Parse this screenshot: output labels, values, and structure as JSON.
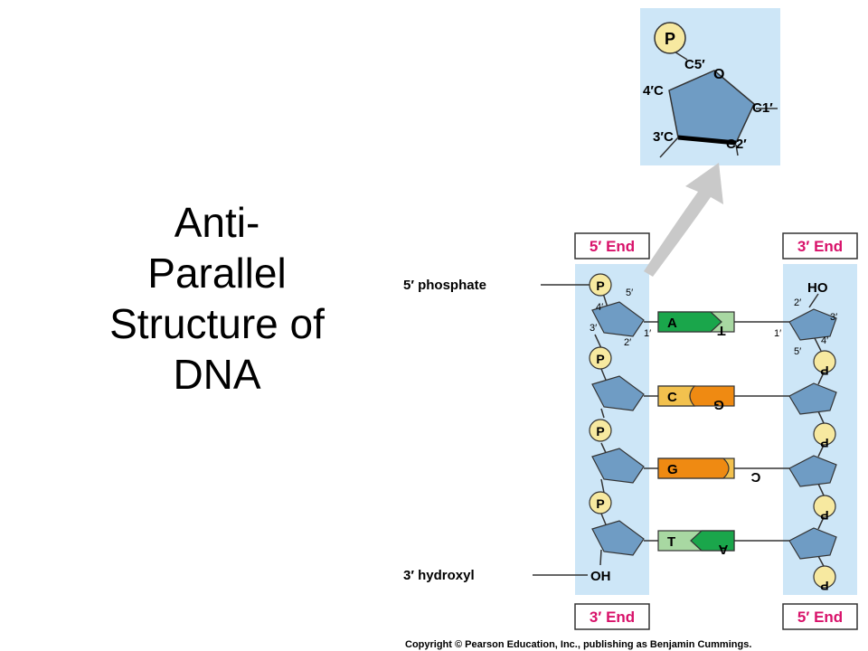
{
  "title_lines": [
    "Anti-",
    "Parallel",
    "Structure of",
    "DNA"
  ],
  "left_strand": {
    "top_label": "5′ End",
    "bottom_label": "3′ End",
    "phosphate_callout": "5′ phosphate",
    "hydroxyl_callout": "3′ hydroxyl",
    "phosphate_symbol": "P",
    "hydroxyl_symbol": "OH"
  },
  "right_strand": {
    "top_label": "3′ End",
    "bottom_label": "5′ End",
    "hydroxyl_symbol": "HO",
    "phosphate_symbol": "P"
  },
  "base_pairs": [
    {
      "left": "A",
      "right": "T"
    },
    {
      "left": "C",
      "right": "G"
    },
    {
      "left": "G",
      "right": "C"
    },
    {
      "left": "T",
      "right": "A"
    }
  ],
  "sugar_carbons": {
    "left": {
      "c1": "1′",
      "c2": "2′",
      "c3": "3′",
      "c4": "4′",
      "c5": "5′"
    },
    "right": {
      "c1": "1′",
      "c2": "2′",
      "c3": "3′",
      "c4": "4′",
      "c5": "5′"
    }
  },
  "inset": {
    "phosphate": "P",
    "c5": "C5′",
    "oxygen": "O",
    "c4": "4′C",
    "c1": "C1′",
    "c3": "3′C",
    "c2": "C2′"
  },
  "copyright": "Copyright © Pearson Education, Inc., publishing as Benjamin Cummings.",
  "colors": {
    "strand_bg": "#cde6f7",
    "sugar": "#6f9cc4",
    "phosphate": "#f7e9a0",
    "end_label": "#d8126a",
    "adenine": "#1aa64b",
    "thymine": "#a8d8a2",
    "cytosine": "#f2c14e",
    "guanine": "#ef8a12"
  }
}
